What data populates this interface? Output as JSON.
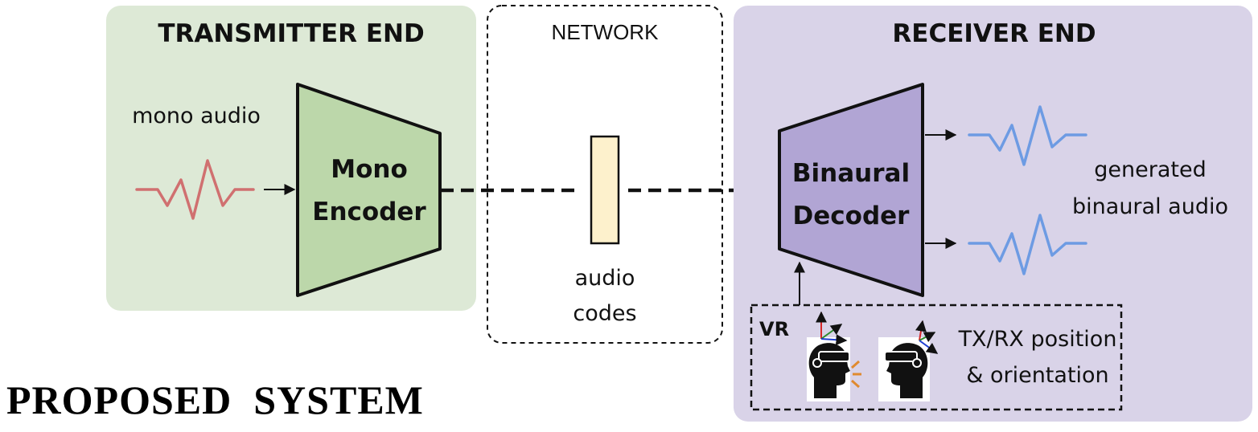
{
  "transmitter": {
    "title": "TRANSMITTER END",
    "input_label": "mono audio",
    "encoder_line1": "Mono",
    "encoder_line2": "Encoder"
  },
  "network": {
    "title": "NETWORK",
    "codes_line1": "audio",
    "codes_line2": "codes"
  },
  "receiver": {
    "title": "RECEIVER END",
    "decoder_line1": "Binaural",
    "decoder_line2": "Decoder",
    "output_line1": "generated",
    "output_line2": "binaural audio",
    "vr": {
      "label": "VR",
      "info_line1": "TX/RX position",
      "info_line2": "& orientation"
    }
  },
  "footer": {
    "title": "PROPOSED  SYSTEM"
  },
  "colors": {
    "transmitter_panel": "#dde9d6",
    "receiver_panel": "#d9d3e8",
    "encoder_fill": "#bcd7aa",
    "decoder_fill": "#b1a5d4",
    "code_fill": "#fdf1cc",
    "mono_wave": "#d07070",
    "binaural_wave": "#6d9be3"
  }
}
